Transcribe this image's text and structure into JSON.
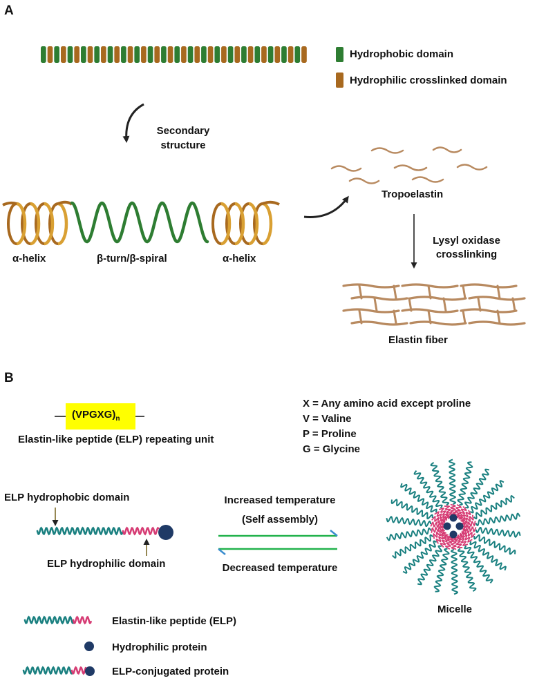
{
  "panels": {
    "a": "A",
    "b": "B"
  },
  "legend_a": {
    "hydrophobic": "Hydrophobic domain",
    "hydrophilic": "Hydrophilic crosslinked domain"
  },
  "labels_a": {
    "secondary_structure_1": "Secondary",
    "secondary_structure_2": "structure",
    "alpha_helix_left": "α-helix",
    "beta_turn": "β-turn/β-spiral",
    "alpha_helix_right": "α-helix",
    "tropoelastin": "Tropoelastin",
    "lysyl_1": "Lysyl oxidase",
    "lysyl_2": "crosslinking",
    "elastin_fiber": "Elastin fiber"
  },
  "labels_b": {
    "repeat_unit_base": "(VPGXG)",
    "repeat_unit_sub": "n",
    "repeat_caption": "Elastin-like peptide (ELP) repeating unit",
    "key_x": "X = Any amino acid except proline",
    "key_v": "V = Valine",
    "key_p": "P = Proline",
    "key_g": "G = Glycine",
    "hydrophobic_domain": "ELP hydrophobic domain",
    "hydrophilic_domain": "ELP hydrophilic domain",
    "increased_temp": "Increased temperature",
    "self_assembly": "(Self assembly)",
    "decreased_temp": "Decreased temperature",
    "micelle": "Micelle"
  },
  "legend_b": {
    "elp": "Elastin-like peptide (ELP)",
    "protein": "Hydrophilic protein",
    "conjugate": "ELP-conjugated protein"
  },
  "colors": {
    "green": "#2e7d32",
    "green_light": "#3fa24a",
    "brown": "#a8691f",
    "brown_light": "#c98a2c",
    "gold": "#d9a033",
    "teal": "#1a8080",
    "pink": "#d63c74",
    "navy": "#1f3a66",
    "tan": "#b88a60",
    "olive": "#8a7a40",
    "eq_green": "#22b24c",
    "eq_blue": "#3a8dcf"
  },
  "icons": [
    "curved-arrow-icon",
    "down-arrow-icon",
    "equilibrium-arrows-icon",
    "micelle-icon"
  ]
}
